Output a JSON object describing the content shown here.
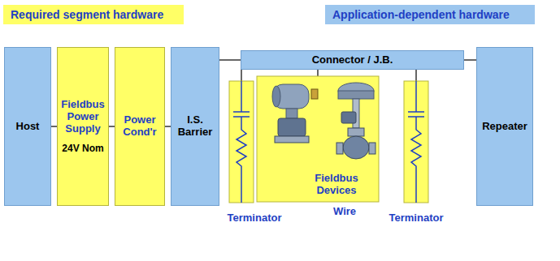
{
  "diagram": {
    "nodes": [
      {
        "text": [
          "Required segment hardware"
        ]
      },
      {
        "text": [
          "Application-dependent hardware"
        ]
      },
      {
        "text": [
          "Host"
        ]
      },
      {
        "text": [
          "Fieldbus Power Supply",
          "24V Nom"
        ]
      },
      {
        "text": [
          "Power Cond'r"
        ]
      },
      {
        "text": [
          "I.S. Barrier"
        ]
      },
      {
        "text": [
          "Connector / J.B."
        ]
      },
      {
        "text": [
          "Terminator"
        ]
      },
      {
        "text": [
          "Fieldbus Devices"
        ]
      },
      {
        "text": [
          "Terminator"
        ]
      },
      {
        "text": [
          "Repeater"
        ]
      }
    ],
    "edges": [
      {
        "from": 2,
        "to": 3,
        "arrow": "none"
      },
      {
        "from": 3,
        "to": 4,
        "arrow": "none"
      },
      {
        "from": 4,
        "to": 5,
        "arrow": "none"
      },
      {
        "from": 5,
        "to": 6,
        "arrow": "none"
      },
      {
        "from": 6,
        "to": 10,
        "arrow": "none"
      },
      {
        "from": 6,
        "to": 7,
        "arrow": "none"
      },
      {
        "from": 6,
        "to": 8,
        "arrow": "none"
      },
      {
        "from": 6,
        "to": 9,
        "arrow": "none"
      }
    ],
    "labels": [
      "Wire"
    ]
  }
}
